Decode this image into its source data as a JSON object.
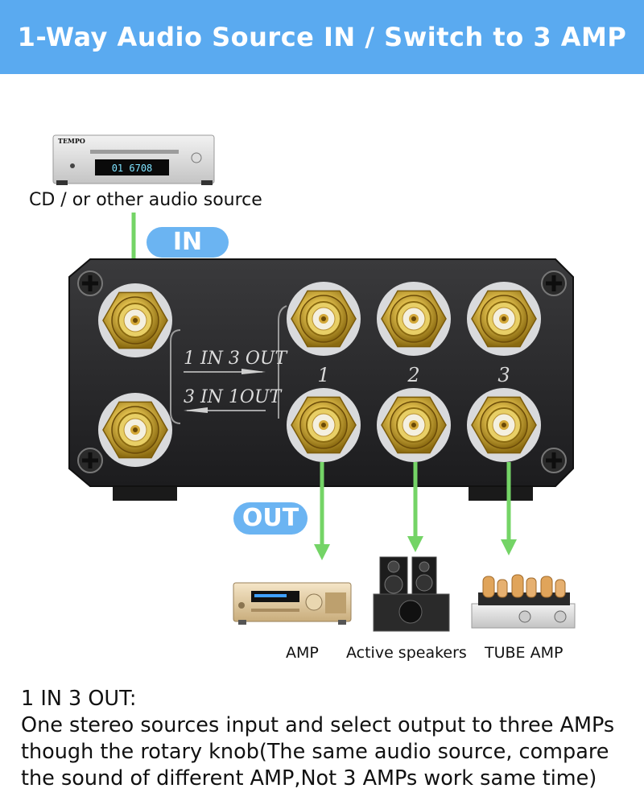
{
  "banner": {
    "title": "1-Way Audio Source IN / Switch to 3 AMP"
  },
  "source": {
    "caption": "CD / or other audio source",
    "brand": "TEMPO",
    "display": "01 6708"
  },
  "badges": {
    "in": "IN",
    "out": "OUT"
  },
  "panel": {
    "mode_a": "1 IN 3 OUT",
    "mode_b": "3 IN 1OUT",
    "port_numbers": [
      "1",
      "2",
      "3"
    ]
  },
  "outputs": [
    {
      "label": "AMP"
    },
    {
      "label": "Active speakers"
    },
    {
      "label": "TUBE AMP"
    }
  ],
  "description": {
    "heading": "1 IN 3 OUT:",
    "line1": "One stereo sources input and select output to three AMPs",
    "line2": "though the rotary knob(The same audio source, compare",
    "line3": "the sound of different AMP,Not 3 AMPs work same time)"
  },
  "colors": {
    "banner": "#5aaaf0",
    "pill": "#6bb4f2",
    "arrow": "#74d466",
    "gold": "#d4b040"
  }
}
